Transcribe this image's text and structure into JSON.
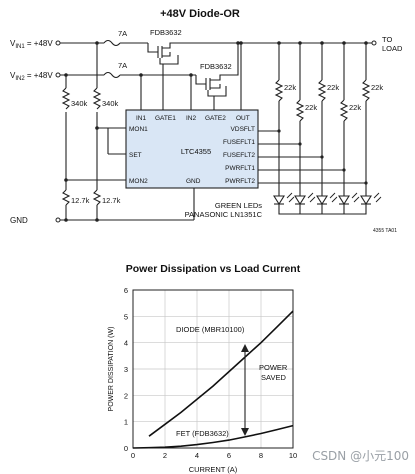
{
  "schematic": {
    "title": "+48V Diode-OR",
    "vin1": "V_IN1 = +48V",
    "vin1_main": "V",
    "vin1_sub": "IN1",
    "vin1_rest": " = +48V",
    "vin2_main": "V",
    "vin2_sub": "IN2",
    "vin2_rest": " = +48V",
    "fuse1": "7A",
    "fuse2": "7A",
    "fet1": "FDB3632",
    "fet2": "FDB3632",
    "to_load_1": "TO",
    "to_load_2": "LOAD",
    "r_340k_a": "340k",
    "r_340k_b": "340k",
    "r_127k_a": "12.7k",
    "r_127k_b": "12.7k",
    "r_22k": [
      "22k",
      "22k",
      "22k",
      "22k",
      "22k"
    ],
    "gnd": "GND",
    "chip": {
      "name": "LTC4355",
      "pins_top": [
        "IN1",
        "GATE1",
        "IN2",
        "GATE2",
        "OUT"
      ],
      "pins_left": [
        "MON1",
        "SET",
        "MON2"
      ],
      "pin_gnd": "GND",
      "pins_right": [
        "VDSFLT",
        "FUSEFLT1",
        "FUSEFLT2",
        "PWRFLT1",
        "PWRFLT2"
      ]
    },
    "led_label_1": "GREEN LEDs",
    "led_label_2": "PANASONIC LN1351C",
    "figure_code": "4355 TA01"
  },
  "chart_data": {
    "type": "line",
    "title": "Power Dissipation vs Load Current",
    "xlabel": "CURRENT (A)",
    "ylabel": "POWER DISSIPATION (W)",
    "xlim": [
      0,
      10
    ],
    "ylim": [
      0,
      6
    ],
    "xticks": [
      0,
      2,
      4,
      6,
      8,
      10
    ],
    "yticks": [
      0,
      1,
      2,
      3,
      4,
      5,
      6
    ],
    "grid": true,
    "series": [
      {
        "name": "DIODE (MBR10100)",
        "x": [
          1,
          2,
          3,
          4,
          5,
          6,
          7,
          8,
          9,
          10
        ],
        "y": [
          0.45,
          0.9,
          1.35,
          1.85,
          2.35,
          2.9,
          3.45,
          4.0,
          4.6,
          5.2
        ]
      },
      {
        "name": "FET (FDB3632)",
        "x": [
          0,
          1,
          2,
          3,
          4,
          5,
          6,
          7,
          8,
          9,
          10
        ],
        "y": [
          0.0,
          0.01,
          0.03,
          0.07,
          0.13,
          0.21,
          0.3,
          0.42,
          0.55,
          0.7,
          0.85
        ]
      }
    ],
    "annotation": [
      "POWER",
      "SAVED"
    ]
  },
  "watermark": "CSDN @小元100"
}
